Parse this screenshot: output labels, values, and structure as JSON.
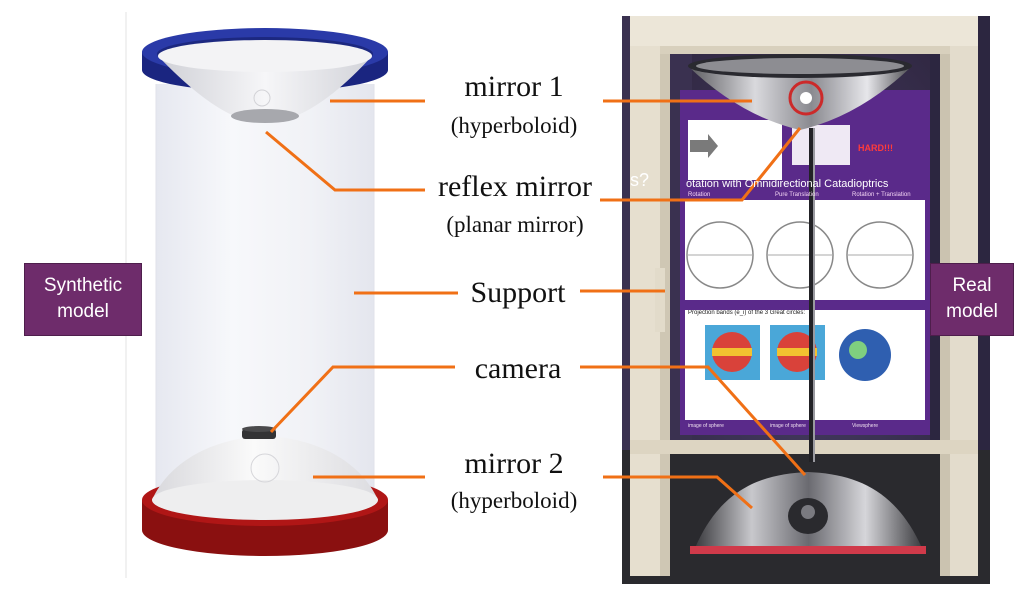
{
  "left_badge": {
    "line1": "Synthetic",
    "line2": "model"
  },
  "right_badge": {
    "line1": "Real",
    "line2": "model"
  },
  "labels": {
    "mirror1": {
      "title": "mirror 1",
      "subtitle": "(hyperboloid)"
    },
    "reflex": {
      "title": "reflex mirror",
      "subtitle": "(planar mirror)"
    },
    "support": {
      "title": "Support"
    },
    "camera": {
      "title": "camera"
    },
    "mirror2": {
      "title": "mirror 2",
      "subtitle": "(hyperboloid)"
    }
  },
  "poster": {
    "heading": "otation with Omnidirectional Catadioptrics",
    "col_left": "Rotation",
    "col_mid": "Pure Translation",
    "col_right": "Rotation + Translation",
    "hard": "HARD!!!",
    "bands_title": "Projection bands (e_i) of the 3 Great circles:",
    "question_mark": "s?",
    "bottom_left": "image of sphere",
    "bottom_mid": "image of sphere",
    "bottom_right": "Viewsphere"
  },
  "colors": {
    "connector": "#f07016",
    "badge": "#6e2c6b",
    "top_ring": "#1f2d8f",
    "bottom_ring": "#9a1212",
    "poster": "#5a2a8a"
  }
}
